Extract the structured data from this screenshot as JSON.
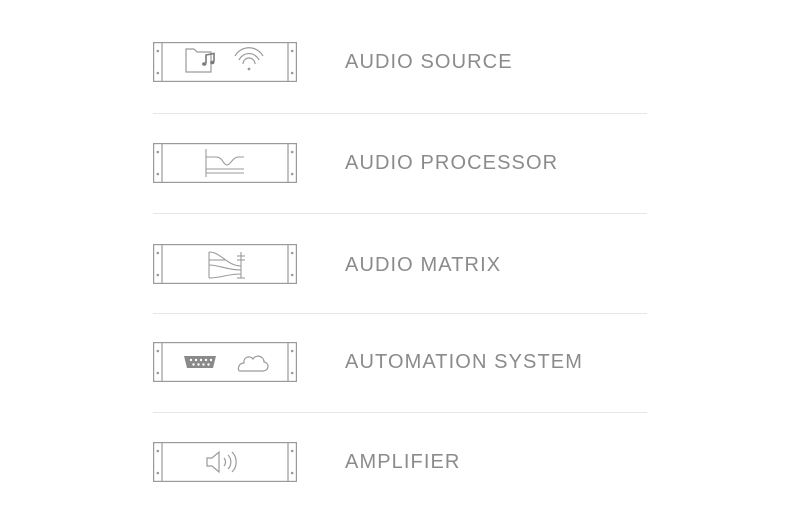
{
  "colors": {
    "stroke": "#9a9a9a",
    "label": "#8b8b8b",
    "divider": "#e6e6e6",
    "background": "#ffffff"
  },
  "devices": [
    {
      "label": "AUDIO SOURCE",
      "icons": [
        "music-folder-icon",
        "wifi-icon"
      ]
    },
    {
      "label": "AUDIO PROCESSOR",
      "icons": [
        "eq-curve-icon"
      ]
    },
    {
      "label": "AUDIO MATRIX",
      "icons": [
        "matrix-routing-icon"
      ]
    },
    {
      "label": "AUTOMATION SYSTEM",
      "icons": [
        "serial-port-icon",
        "cloud-icon"
      ]
    },
    {
      "label": "AMPLIFIER",
      "icons": [
        "speaker-icon"
      ]
    }
  ]
}
